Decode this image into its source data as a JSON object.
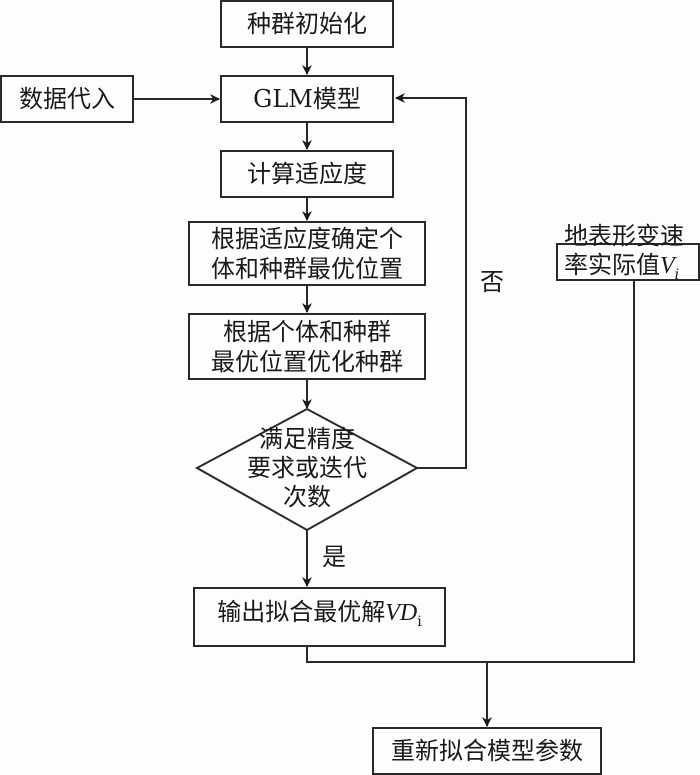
{
  "nodes": {
    "init": "种群初始化",
    "data_input": "数据代入",
    "glm": "GLM模型",
    "fitness": "计算适应度",
    "best_pos_line1": "根据适应度确定个",
    "best_pos_line2": "体和种群最优位置",
    "optimize_line1": "根据个体和种群",
    "optimize_line2": "最优位置优化种群",
    "decision_line1": "满足精度",
    "decision_line2": "要求或迭代",
    "decision_line3": "次数",
    "output_prefix": "输出拟合最优解",
    "output_var": "VD",
    "output_sub": "i",
    "actual_line1": "地表形变速",
    "actual_line2_prefix": "率实际值",
    "actual_var": "V",
    "actual_sub": "i",
    "refit": "重新拟合模型参数"
  },
  "edge_labels": {
    "no": "否",
    "yes": "是"
  }
}
